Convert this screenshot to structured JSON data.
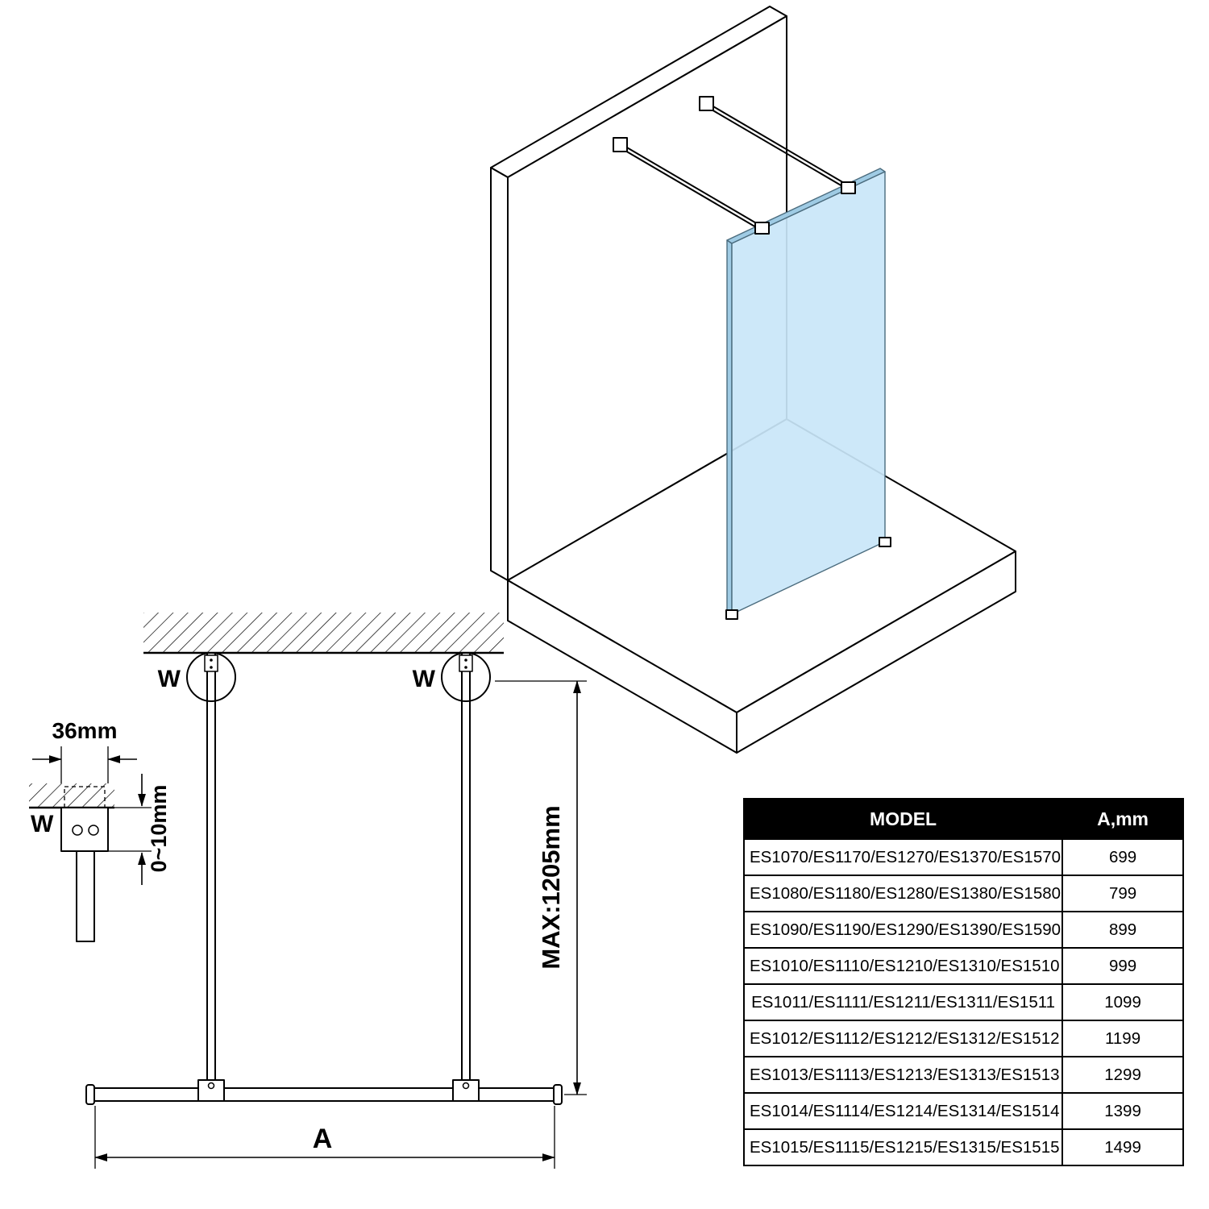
{
  "drawing": {
    "labels": {
      "wall_marker_left": "W",
      "wall_marker_right": "W",
      "detail_wall_marker": "W",
      "bracket_width": "36mm",
      "adjust_gap": "0~10mm",
      "max_height": "MAX:1205mm",
      "width_dim": "A"
    }
  },
  "table": {
    "headers": {
      "model": "MODEL",
      "a_mm": "A,mm"
    },
    "rows": [
      {
        "model": "ES1070/ES1170/ES1270/ES1370/ES1570",
        "a_mm": "699"
      },
      {
        "model": "ES1080/ES1180/ES1280/ES1380/ES1580",
        "a_mm": "799"
      },
      {
        "model": "ES1090/ES1190/ES1290/ES1390/ES1590",
        "a_mm": "899"
      },
      {
        "model": "ES1010/ES1110/ES1210/ES1310/ES1510",
        "a_mm": "999"
      },
      {
        "model": "ES1011/ES1111/ES1211/ES1311/ES1511",
        "a_mm": "1099"
      },
      {
        "model": "ES1012/ES1112/ES1212/ES1312/ES1512",
        "a_mm": "1199"
      },
      {
        "model": "ES1013/ES1113/ES1213/ES1313/ES1513",
        "a_mm": "1299"
      },
      {
        "model": "ES1014/ES1114/ES1214/ES1314/ES1514",
        "a_mm": "1399"
      },
      {
        "model": "ES1015/ES1115/ES1215/ES1315/ES1515",
        "a_mm": "1499"
      }
    ]
  },
  "colors": {
    "line": "#000000",
    "glass_fill": "#c9e6f8",
    "glass_edge_fill": "#9fcbe4",
    "glass_stroke": "#4a6b7d",
    "table_header_bg": "#000000",
    "table_header_text": "#ffffff"
  }
}
